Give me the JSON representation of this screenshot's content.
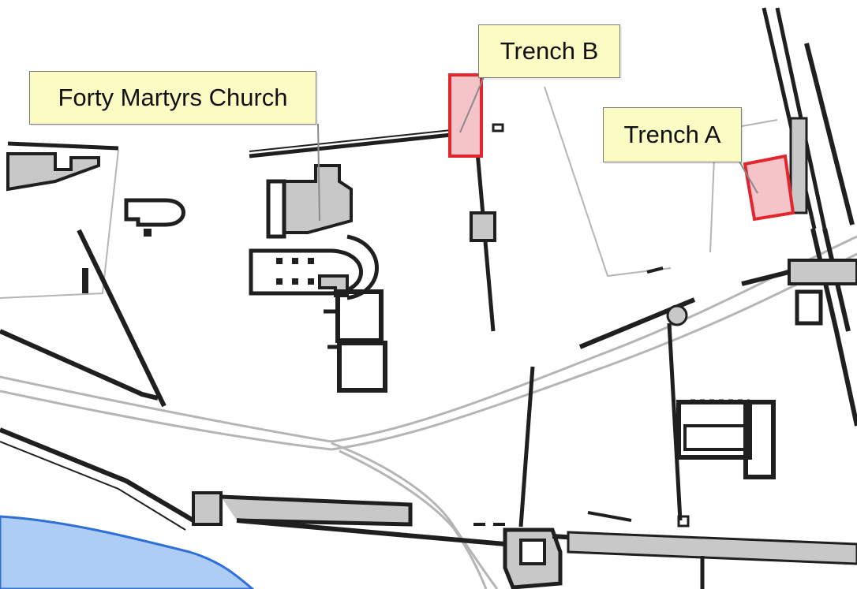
{
  "labels": {
    "church": "Forty Martyrs Church",
    "trench_b": "Trench B",
    "trench_a": "Trench A"
  },
  "colors": {
    "water": "#aecdf5",
    "shoreline": "#2f6fd6",
    "trench_fill": "#f5c4c8",
    "trench_stroke": "#e3262e",
    "wall": "#1f1f1f",
    "building_fill": "#c8c8c8",
    "path": "#b5b5b5",
    "callout_fill": "#fbfbc4"
  }
}
